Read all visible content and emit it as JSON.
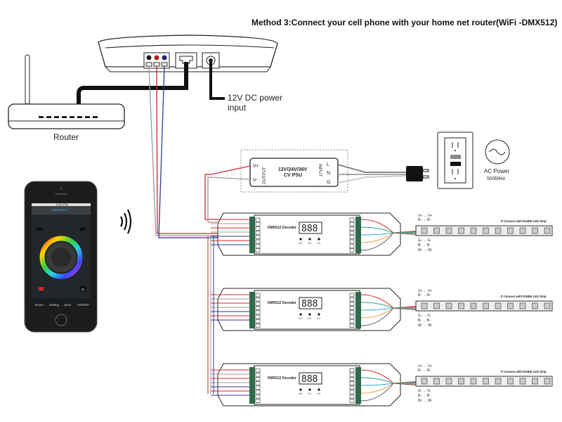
{
  "title": "Method 3:Connect your cell phone with your home net router(WiFi -DMX512)",
  "router": {
    "label": "Router"
  },
  "wifi_module": {
    "power_label_line1": "12V DC power",
    "power_label_line2": "input"
  },
  "psu": {
    "title_line1": "12V/24V/36V",
    "title_line2": "CV PSU",
    "output_label": "OUTPUT",
    "input_label": "INPUT",
    "output_terminals": [
      "V+",
      "V-"
    ],
    "input_terminals": [
      "L",
      "N",
      "G"
    ]
  },
  "ac_power": {
    "line1": "AC Power",
    "line2": "50/60Hz"
  },
  "phone": {
    "app_title": "Bedroom 1",
    "status_time": "4:20 PM",
    "w_button": "W",
    "tabs": [
      "Room",
      "Setting",
      "Save",
      "ON/OFF"
    ]
  },
  "decoders": [
    {
      "label": "DMX512 Decoder",
      "display": "888",
      "buttons": [
        "0-5",
        "0-9",
        "0-9"
      ]
    },
    {
      "label": "DMX512 Decoder",
      "display": "888",
      "buttons": [
        "0-5",
        "0-9",
        "0-9"
      ]
    },
    {
      "label": "DMX512 Decoder",
      "display": "888",
      "buttons": [
        "0-5",
        "0-9",
        "0-9"
      ]
    }
  ],
  "strips": [
    {
      "caption": "If Connect with RGBW LED Strip",
      "top_map": [
        "V+ → V+",
        "R- → R-"
      ],
      "bottom_map": [
        "G- → G-",
        "B- → B-",
        "W- → W-"
      ]
    },
    {
      "caption": "If Connect with RGBW LED Strip",
      "top_map": [
        "V+ → V+",
        "R- → R-"
      ],
      "bottom_map": [
        "G- → G-",
        "B- → B-",
        "W- → W-"
      ]
    },
    {
      "caption": "If Connect with RGBW LED Strip",
      "top_map": [
        "V+ → V+",
        "R- → R-"
      ],
      "bottom_map": [
        "G- → G-",
        "B- → B-",
        "W- → W-"
      ]
    }
  ],
  "colors": {
    "red_wire": "#d9262b",
    "blue_wire": "#2e3a8c",
    "gray_wire": "#9a9a9a",
    "green_wire": "#2aa37a",
    "cyan_wire": "#3aaee0",
    "orange_wire": "#e89a3c",
    "terminal_green": "#2e6b4c"
  }
}
